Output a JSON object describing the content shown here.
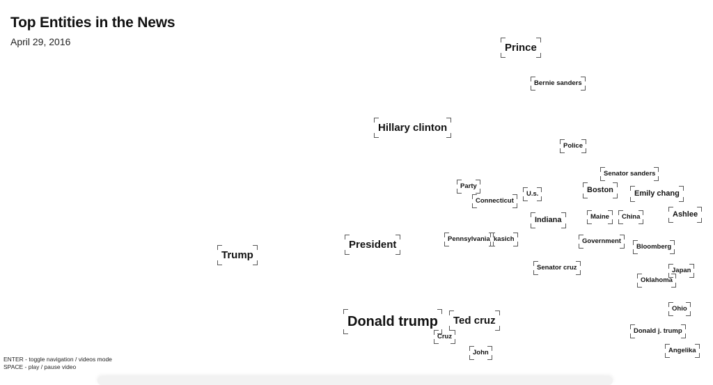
{
  "header": {
    "title": "Top Entities in the News",
    "date": "April 29, 2016"
  },
  "entities": [
    {
      "label": "Prince",
      "size": "lg"
    },
    {
      "label": "Bernie sanders",
      "size": "sm"
    },
    {
      "label": "Hillary clinton",
      "size": "lg"
    },
    {
      "label": "Police",
      "size": "sm"
    },
    {
      "label": "Senator sanders",
      "size": "sm"
    },
    {
      "label": "Party",
      "size": "sm"
    },
    {
      "label": "U.s.",
      "size": "sm"
    },
    {
      "label": "Boston",
      "size": "md"
    },
    {
      "label": "Emily chang",
      "size": "md"
    },
    {
      "label": "Connecticut",
      "size": "sm"
    },
    {
      "label": "Ashlee",
      "size": "md"
    },
    {
      "label": "Indiana",
      "size": "md"
    },
    {
      "label": "Maine",
      "size": "sm"
    },
    {
      "label": "China",
      "size": "sm"
    },
    {
      "label": "Trump",
      "size": "lg"
    },
    {
      "label": "President",
      "size": "lg"
    },
    {
      "label": "Pennsylvania",
      "size": "sm"
    },
    {
      "label": "kasich",
      "size": "sm"
    },
    {
      "label": "Government",
      "size": "sm"
    },
    {
      "label": "Bloomberg",
      "size": "sm"
    },
    {
      "label": "Senator cruz",
      "size": "sm"
    },
    {
      "label": "Japan",
      "size": "sm"
    },
    {
      "label": "Oklahoma",
      "size": "sm"
    },
    {
      "label": "Ohio",
      "size": "sm"
    },
    {
      "label": "Donald trump",
      "size": "xl"
    },
    {
      "label": "Ted cruz",
      "size": "lg"
    },
    {
      "label": "Cruz",
      "size": "sm"
    },
    {
      "label": "Donald j. trump",
      "size": "sm"
    },
    {
      "label": "John",
      "size": "sm"
    },
    {
      "label": "Angelika",
      "size": "sm"
    }
  ],
  "footer": {
    "line1": "ENTER - toggle navigation / videos mode",
    "line2": "SPACE - play / pause video"
  }
}
